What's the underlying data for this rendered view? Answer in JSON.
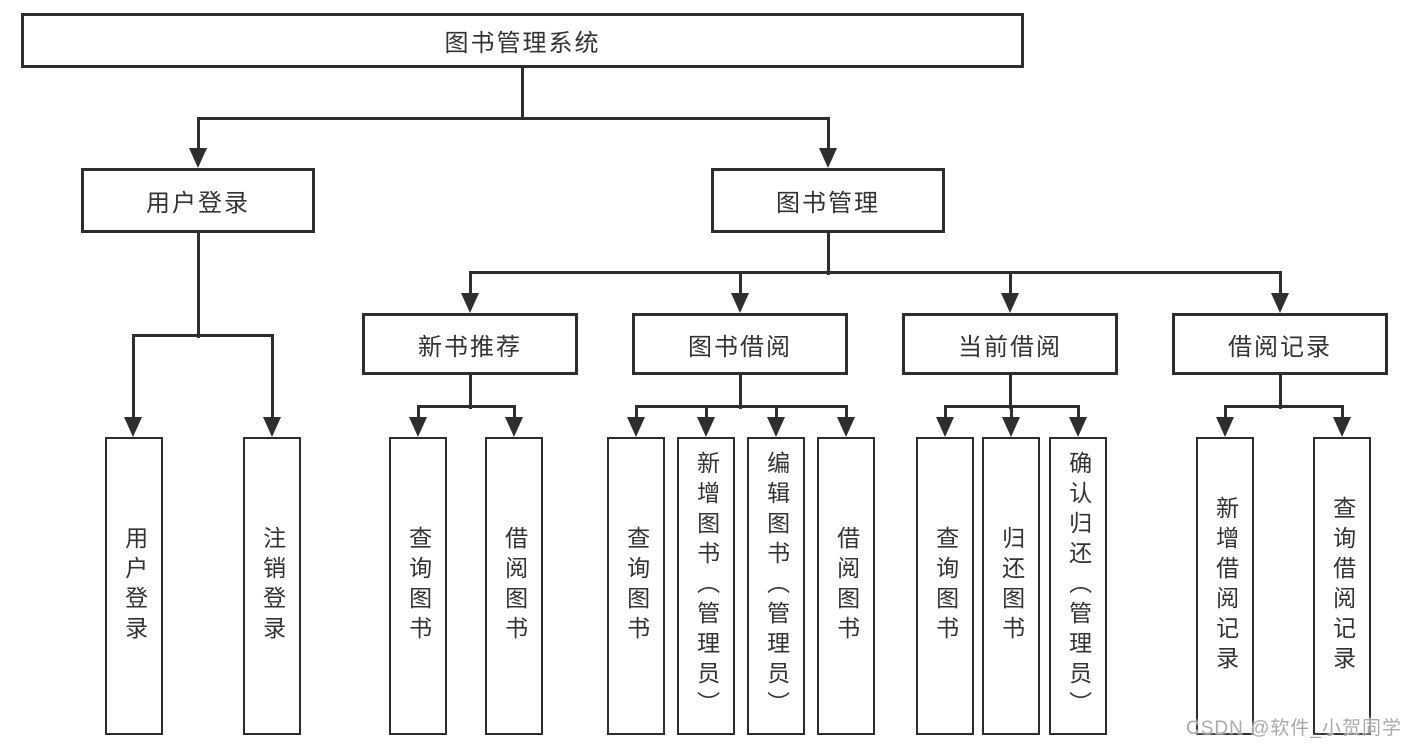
{
  "colors": {
    "line": "#2e2e2e",
    "text": "#333333",
    "watermark": "#ababab"
  },
  "nodes": {
    "root": "图书管理系统",
    "level2": [
      "用户登录",
      "图书管理"
    ],
    "level3": [
      "新书推荐",
      "图书借阅",
      "当前借阅",
      "借阅记录"
    ],
    "leaves": {
      "login": [
        "用户登录",
        "注销登录"
      ],
      "recommend": [
        "查询图书",
        "借阅图书"
      ],
      "borrow": [
        "查询图书",
        "新增图书（管理员）",
        "编辑图书（管理员）",
        "借阅图书"
      ],
      "current": [
        "查询图书",
        "归还图书",
        "确认归还（管理员）"
      ],
      "records": [
        "新增借阅记录",
        "查询借阅记录"
      ]
    }
  },
  "watermark": {
    "text": "CSDN @软件_小贺同学"
  }
}
